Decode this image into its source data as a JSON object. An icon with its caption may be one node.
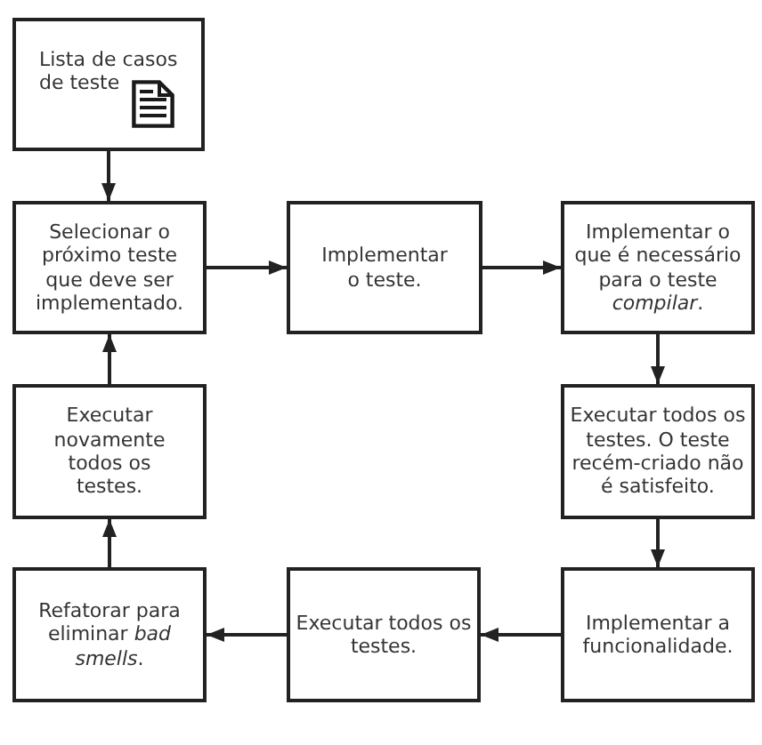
{
  "diagram": {
    "nodes": [
      {
        "text": [
          "Lista de casos de teste"
        ]
      },
      {
        "text": [
          "Selecionar o próximo teste que deve ser implementado."
        ]
      },
      {
        "text": [
          "Implementar o teste."
        ]
      },
      {
        "text": [
          "Implementar o que é necessário para o teste *compilar*."
        ]
      },
      {
        "text": [
          "Executar todos os testes. O teste recém-criado não é satisfeito."
        ]
      },
      {
        "text": [
          "Implementar a funcionalidade."
        ]
      },
      {
        "text": [
          "Executar todos os testes."
        ]
      },
      {
        "text": [
          "Refatorar para eliminar *bad smells*."
        ]
      },
      {
        "text": [
          "Executar novamente todos os testes."
        ]
      }
    ],
    "edges": [
      {
        "from": 0,
        "to": 1,
        "arrow": "to"
      },
      {
        "from": 1,
        "to": 2,
        "arrow": "to"
      },
      {
        "from": 2,
        "to": 3,
        "arrow": "to"
      },
      {
        "from": 3,
        "to": 4,
        "arrow": "to"
      },
      {
        "from": 4,
        "to": 5,
        "arrow": "to"
      },
      {
        "from": 5,
        "to": 6,
        "arrow": "to"
      },
      {
        "from": 6,
        "to": 7,
        "arrow": "to"
      },
      {
        "from": 7,
        "to": 8,
        "arrow": "to"
      },
      {
        "from": 8,
        "to": 1,
        "arrow": "to"
      }
    ]
  }
}
